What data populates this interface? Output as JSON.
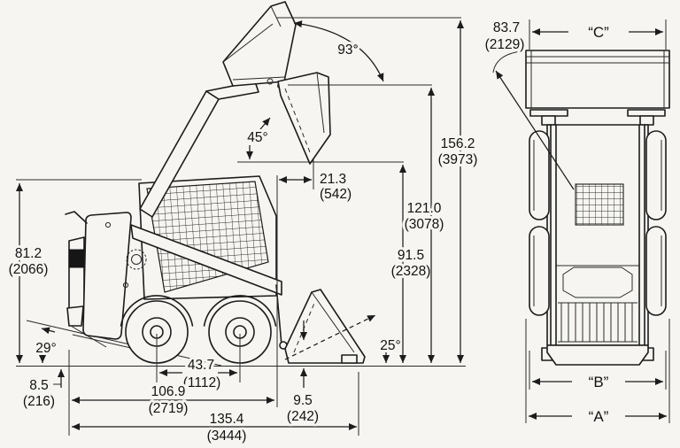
{
  "diagram": {
    "side_view": {
      "rollback_angle": "93°",
      "dump_angle": "45°",
      "max_height_in": "156.2",
      "max_height_mm": "(3973)",
      "hinge_height_in": "121.0",
      "hinge_height_mm": "(3078)",
      "dump_height_in": "91.5",
      "dump_height_mm": "(2328)",
      "reach_in": "21.3",
      "reach_mm": "(542)",
      "cab_height_in": "81.2",
      "cab_height_mm": "(2066)",
      "departure_angle": "29°",
      "ground_clearance_in": "8.5",
      "ground_clearance_mm": "(216)",
      "wheelbase_in": "43.7",
      "wheelbase_mm": "(1112)",
      "length_less_bucket_in": "106.9",
      "length_less_bucket_mm": "(2719)",
      "overall_length_in": "135.4",
      "overall_length_mm": "(3444)",
      "bucket_edge_in": "9.5",
      "bucket_edge_mm": "(242)",
      "bucket_ground_angle": "25°"
    },
    "top_view": {
      "clearance_in": "83.7",
      "clearance_mm": "(2129)",
      "width_c": "“C”",
      "width_b": "“B”",
      "width_a": "“A”"
    },
    "colors": {
      "ink": "#1c1c1c",
      "paper": "#f6f5f1"
    }
  }
}
